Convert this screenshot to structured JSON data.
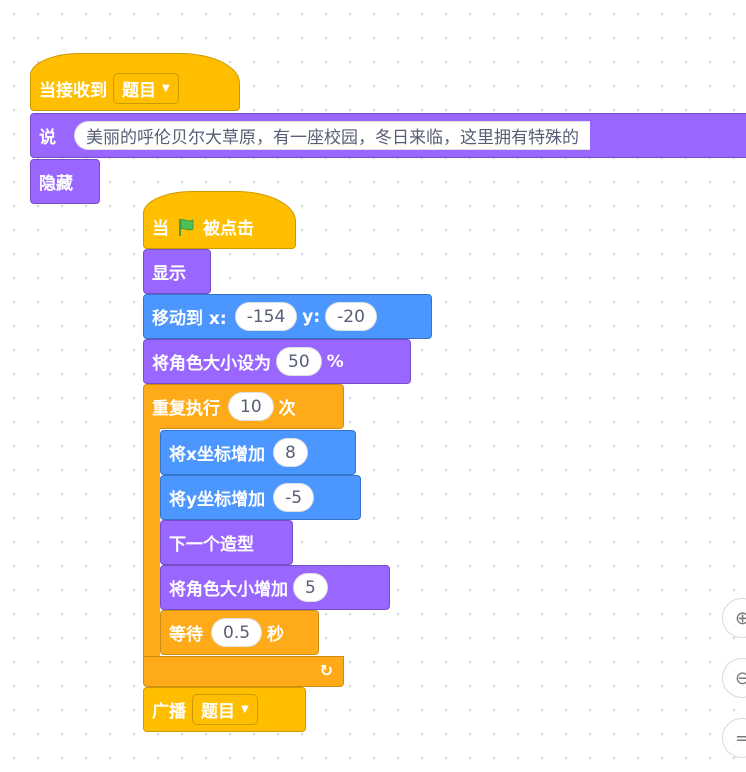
{
  "receive_script": {
    "hat_label": "当接收到",
    "message": "题目",
    "say_label": "说",
    "say_text": "美丽的呼伦贝尔大草原，有一座校园，冬日来临，这里拥有特殊的",
    "hide_label": "隐藏"
  },
  "flag_script": {
    "hat_prefix": "当",
    "hat_suffix": "被点击",
    "show_label": "显示",
    "move_label": "移动到 x:",
    "move_x": "-154",
    "move_y_label": "y:",
    "move_y": "-20",
    "set_size_label": "将角色大小设为",
    "set_size_value": "50",
    "set_size_unit": "%",
    "repeat_label": "重复执行",
    "repeat_count": "10",
    "repeat_unit": "次",
    "change_x_label": "将x坐标增加",
    "change_x_value": "8",
    "change_y_label": "将y坐标增加",
    "change_y_value": "-5",
    "next_costume_label": "下一个造型",
    "change_size_label": "将角色大小增加",
    "change_size_value": "5",
    "wait_label": "等待",
    "wait_value": "0.5",
    "wait_unit": "秒",
    "broadcast_label": "广播",
    "broadcast_message": "题目"
  },
  "colors": {
    "events": "#ffbf00",
    "looks": "#9966ff",
    "motion": "#4c97ff",
    "control": "#ffab19",
    "flag": "#4cbf56"
  }
}
